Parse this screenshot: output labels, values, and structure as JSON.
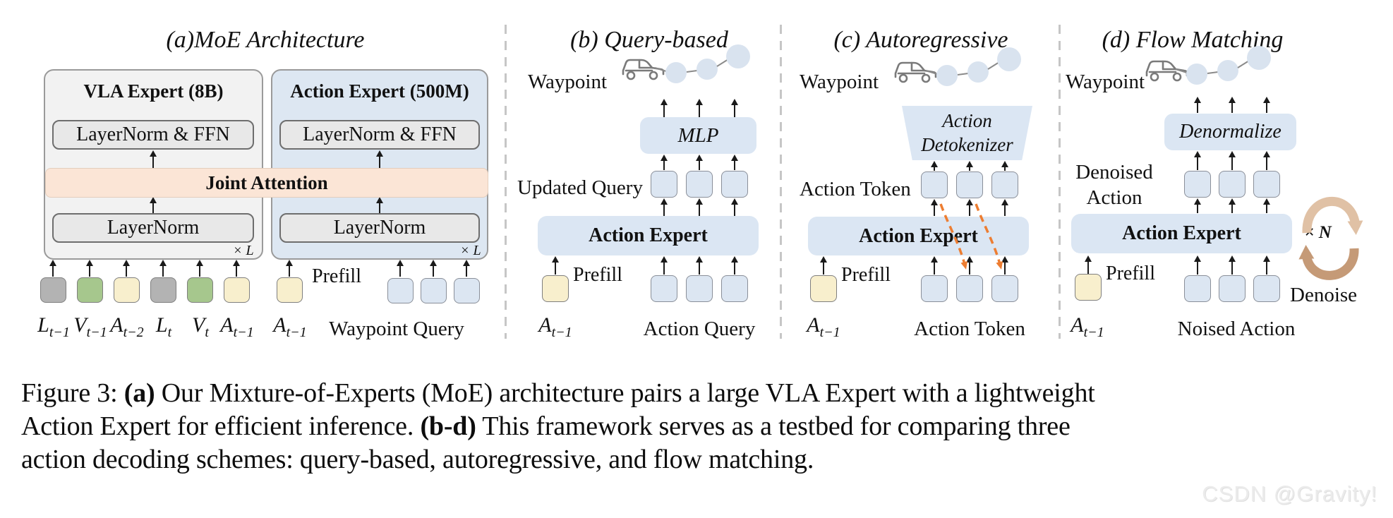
{
  "panels": {
    "a": {
      "title": "(a)MoE Architecture",
      "vla_box": {
        "title": "VLA Expert  (8B)",
        "ffn": "LayerNorm & FFN",
        "layernorm": "LayerNorm"
      },
      "action_box": {
        "title": "Action Expert (500M)",
        "ffn": "LayerNorm & FFN",
        "layernorm": "LayerNorm"
      },
      "joint_attention": "Joint Attention",
      "repeat": "× L",
      "prefill": "Prefill",
      "token_labels": [
        {
          "base": "L",
          "sub": "t−1"
        },
        {
          "base": "V",
          "sub": "t−1"
        },
        {
          "base": "A",
          "sub": "t−2"
        },
        {
          "base": "L",
          "sub": "t"
        },
        {
          "base": "V",
          "sub": "t"
        },
        {
          "base": "A",
          "sub": "t−1"
        }
      ],
      "prefill_token_label": {
        "base": "A",
        "sub": "t−1"
      },
      "waypoint_query": "Waypoint Query"
    },
    "b": {
      "title": "(b) Query-based",
      "waypoint": "Waypoint",
      "mlp": "MLP",
      "updated_query": "Updated Query",
      "action_expert": "Action Expert",
      "prefill": "Prefill",
      "prev_action": {
        "base": "A",
        "sub": "t−1"
      },
      "bottom_label": "Action Query"
    },
    "c": {
      "title": "(c) Autoregressive",
      "waypoint": "Waypoint",
      "detokenizer_line1": "Action",
      "detokenizer_line2": "Detokenizer",
      "action_token": "Action Token",
      "action_expert": "Action Expert",
      "prefill": "Prefill",
      "prev_action": {
        "base": "A",
        "sub": "t−1"
      },
      "bottom_label": "Action Token"
    },
    "d": {
      "title": "(d) Flow Matching",
      "waypoint": "Waypoint",
      "denormalize": "Denormalize",
      "denoised_line1": "Denoised",
      "denoised_line2": "Action",
      "action_expert": "Action Expert",
      "repeat": "× N",
      "prefill": "Prefill",
      "denoise": "Denoise",
      "prev_action": {
        "base": "A",
        "sub": "t−1"
      },
      "bottom_label": "Noised Action"
    }
  },
  "caption": {
    "line1_pre": "Figure 3: ",
    "line1_bold": "(a)",
    "line1_post": " Our Mixture-of-Experts (MoE) architecture pairs a large VLA Expert with a lightweight",
    "line2_pre": "Action Expert for efficient inference. ",
    "line2_bold": "(b-d)",
    "line2_post": " This framework serves as a testbed for comparing three",
    "line3": "action decoding schemes: query-based, autoregressive, and flow matching."
  },
  "watermark": "CSDN @Gravity!",
  "colors": {
    "box_gray_bg": "#f2f2f2",
    "box_blue_bg": "#dde7f2",
    "inner_box_bg": "#e8e8e8",
    "attention_bg": "#fbe5d6",
    "expert_bar_bg": "#dbe6f3",
    "token_gray": "#b3b3b3",
    "token_green": "#a6c78d",
    "token_yellow": "#f8efcd",
    "token_blue": "#dce6f2",
    "dot_blue": "#d9e3ef",
    "orange": "#ed7d31",
    "tan_light": "#e0c1a5",
    "tan_dark": "#c59a77",
    "divider": "#c6c6c6",
    "watermark": "#ebebeb"
  }
}
